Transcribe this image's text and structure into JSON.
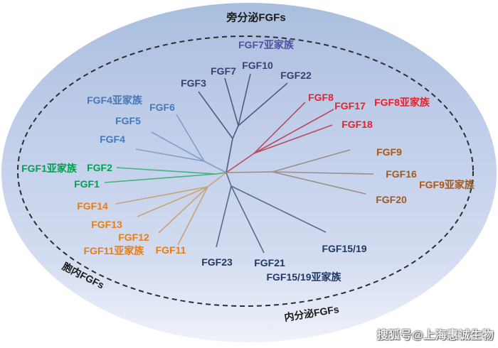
{
  "zones": {
    "paracrine": "旁分泌FGFs",
    "intracellular": "胞内FGFs",
    "endocrine": "内分泌FGFs"
  },
  "watermark": "搜狐号@上海惠诚生物",
  "colors": {
    "title": "#1a1a1a",
    "fgf7_family": "#5250a0",
    "fgf7_members": "#3d3d73",
    "fgf8_group": "#e8212d",
    "fgf4_group": "#4579b8",
    "fgf9_group": "#a4591b",
    "fgf1_group": "#00a150",
    "fgf11_group": "#e67e17",
    "fgf15_group": "#1f3864",
    "dashed_border": "#2e2e2e",
    "ellipse_top": "#a9bede",
    "ellipse_bottom": "#eef2fa"
  },
  "tree": {
    "type": "radial-phylogenetic-tree",
    "subfamilies": [
      {
        "name": "FGF7亚家族",
        "members": [
          "FGF7",
          "FGF10",
          "FGF22",
          "FGF3"
        ],
        "secretion": "旁分泌FGFs"
      },
      {
        "name": "FGF8亚家族",
        "members": [
          "FGF8",
          "FGF17",
          "FGF18"
        ],
        "secretion": "旁分泌FGFs"
      },
      {
        "name": "FGF4亚家族",
        "members": [
          "FGF4",
          "FGF5",
          "FGF6"
        ],
        "secretion": "旁分泌FGFs"
      },
      {
        "name": "FGF9亚家族",
        "members": [
          "FGF9",
          "FGF16",
          "FGF20"
        ],
        "secretion": "旁分泌FGFs"
      },
      {
        "name": "FGF1亚家族",
        "members": [
          "FGF1",
          "FGF2"
        ],
        "secretion": "旁分泌FGFs"
      },
      {
        "name": "FGF11亚家族",
        "members": [
          "FGF11",
          "FGF12",
          "FGF13",
          "FGF14"
        ],
        "secretion": "胞内FGFs"
      },
      {
        "name": "FGF15/19亚家族",
        "members": [
          "FGF15/19",
          "FGF21",
          "FGF23"
        ],
        "secretion": "内分泌FGFs"
      }
    ]
  },
  "labels": {
    "fgf7_family": "FGF7亚家族",
    "fgf7": "FGF7",
    "fgf10": "FGF10",
    "fgf22": "FGF22",
    "fgf3": "FGF3",
    "fgf8": "FGF8",
    "fgf17": "FGF17",
    "fgf18": "FGF18",
    "fgf8_family": "FGF8亚家族",
    "fgf4_family": "FGF4亚家族",
    "fgf6": "FGF6",
    "fgf5": "FGF5",
    "fgf4": "FGF4",
    "fgf9": "FGF9",
    "fgf16": "FGF16",
    "fgf20": "FGF20",
    "fgf9_family": "FGF9亚家族",
    "fgf1_family": "FGF1亚家族",
    "fgf2": "FGF2",
    "fgf1": "FGF1",
    "fgf14": "FGF14",
    "fgf13": "FGF13",
    "fgf12": "FGF12",
    "fgf11_family": "FGF11亚家族",
    "fgf11": "FGF11",
    "fgf23": "FGF23",
    "fgf21": "FGF21",
    "fgf15_19": "FGF15/19",
    "fgf15_19_family": "FGF15/19亚家族"
  }
}
